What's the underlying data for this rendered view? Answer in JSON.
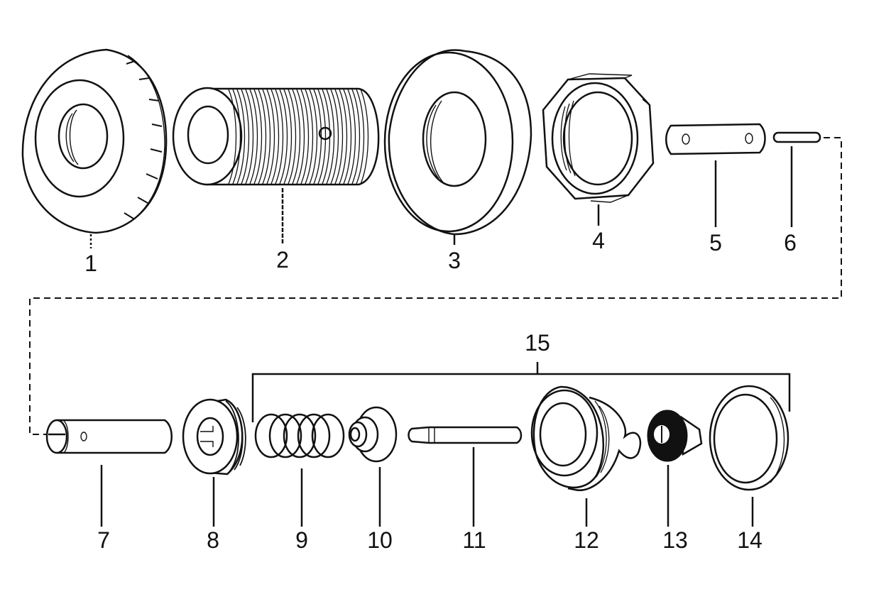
{
  "parts": [
    {
      "id": "part-1",
      "label": "1"
    },
    {
      "id": "part-2",
      "label": "2"
    },
    {
      "id": "part-3",
      "label": "3"
    },
    {
      "id": "part-4",
      "label": "4"
    },
    {
      "id": "part-5",
      "label": "5"
    },
    {
      "id": "part-6",
      "label": "6"
    },
    {
      "id": "part-7",
      "label": "7"
    },
    {
      "id": "part-8",
      "label": "8"
    },
    {
      "id": "part-9",
      "label": "9"
    },
    {
      "id": "part-10",
      "label": "10"
    },
    {
      "id": "part-11",
      "label": "11"
    },
    {
      "id": "part-12",
      "label": "12"
    },
    {
      "id": "part-13",
      "label": "13"
    },
    {
      "id": "part-14",
      "label": "14"
    }
  ],
  "assembly_label": "15"
}
